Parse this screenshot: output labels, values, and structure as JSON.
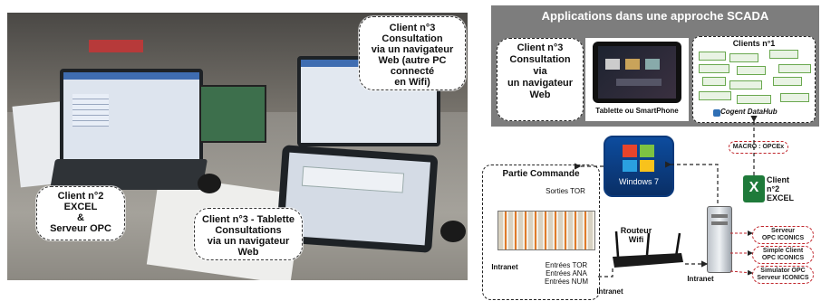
{
  "photo": {
    "bubbles": {
      "client3_web": [
        "Client n°3",
        "Consultation",
        "via un navigateur",
        "Web (autre PC connecté",
        "en Wifi)"
      ],
      "client2": [
        "Client n°2",
        "EXCEL",
        "&",
        "Serveur OPC"
      ],
      "client3_tablet": [
        "Client n°3 - Tablette",
        "Consultations",
        "via un navigateur",
        "Web"
      ]
    }
  },
  "diagram": {
    "title": "Applications dans une approche SCADA",
    "client3": [
      "Client n°3",
      "Consultation",
      "via",
      "un navigateur",
      "Web"
    ],
    "tablet_caption": "Tablette ou SmartPhone",
    "clients1_title": "Clients n°1",
    "cogent": "Cogent DataHub",
    "macro": "MACRO : OPCEx",
    "client2_excel": [
      "Client",
      "n°2",
      "EXCEL"
    ],
    "windows": "Windows 7",
    "partie_commande": "Partie Commande",
    "sorties": "Sorties TOR",
    "entrees": [
      "Entrées TOR",
      "Entrées ANA",
      "Entrées NUM"
    ],
    "routeur": [
      "Routeur",
      "Wifi"
    ],
    "intranet_left": "Intranet",
    "intranet_bottom": "Intranet",
    "intranet_right": "Intranet",
    "opc_pills": [
      [
        "Serveur",
        "OPC ICONICS"
      ],
      [
        "Simple Client",
        "OPC ICONICS"
      ],
      [
        "Simulator OPC",
        "Serveur ICONICS"
      ]
    ]
  }
}
